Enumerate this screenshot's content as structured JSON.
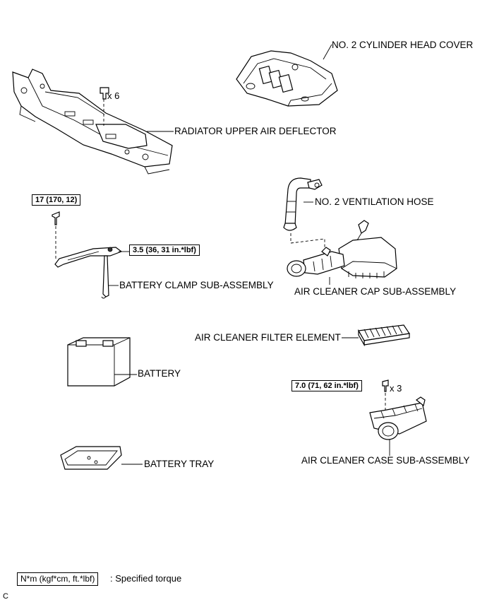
{
  "labels": {
    "cylinder_head_cover": "NO. 2 CYLINDER HEAD COVER",
    "radiator_deflector": "RADIATOR UPPER AIR DEFLECTOR",
    "ventilation_hose": "NO. 2 VENTILATION HOSE",
    "battery_clamp": "BATTERY CLAMP SUB-ASSEMBLY",
    "air_cleaner_cap": "AIR CLEANER CAP SUB-ASSEMBLY",
    "air_cleaner_filter": "AIR CLEANER FILTER ELEMENT",
    "battery": "BATTERY",
    "battery_tray": "BATTERY TRAY",
    "air_cleaner_case": "AIR CLEANER CASE SUB-ASSEMBLY"
  },
  "torques": {
    "clamp_bolt": "17 (170, 12)",
    "clamp_nut": "3.5 (36, 31 in.*lbf)",
    "case_bolt": "7.0 (71, 62 in.*lbf)"
  },
  "quantities": {
    "deflector_clips": "x 6",
    "case_bolts": "x 3"
  },
  "legend": {
    "box": "N*m (kgf*cm, ft.*lbf)",
    "text": ": Specified torque"
  },
  "corner_mark": "C"
}
